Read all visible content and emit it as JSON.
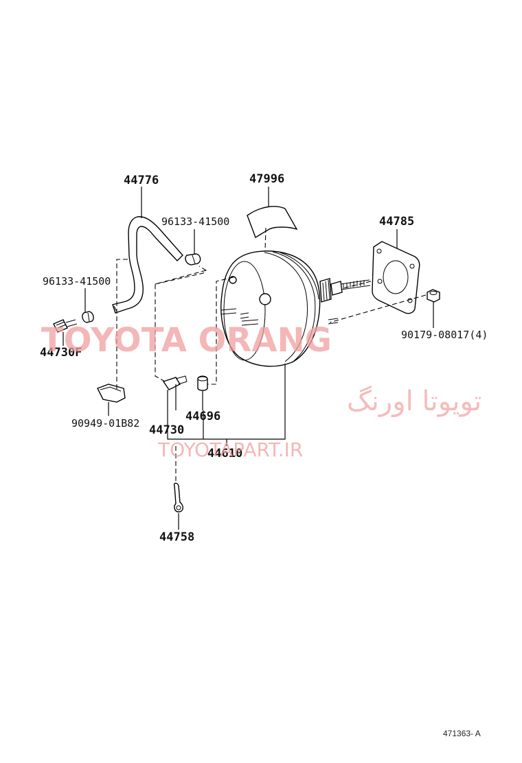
{
  "parts": {
    "p44776": "44776",
    "p47996": "47996",
    "p96133_upper": "96133-41500",
    "p44785": "44785",
    "p96133_left": "96133-41500",
    "p44730F": "44730F",
    "p90179": "90179-08017(4)",
    "p90949": "90949-01B82",
    "p44730": "44730",
    "p44696": "44696",
    "p44610": "44610",
    "p44758": "44758"
  },
  "watermark": {
    "title": "TOYOTA ORANG",
    "farsi": "تویوتا اورنگ",
    "url": "TOYOTAPART.IR"
  },
  "reference_code": "471363- A"
}
